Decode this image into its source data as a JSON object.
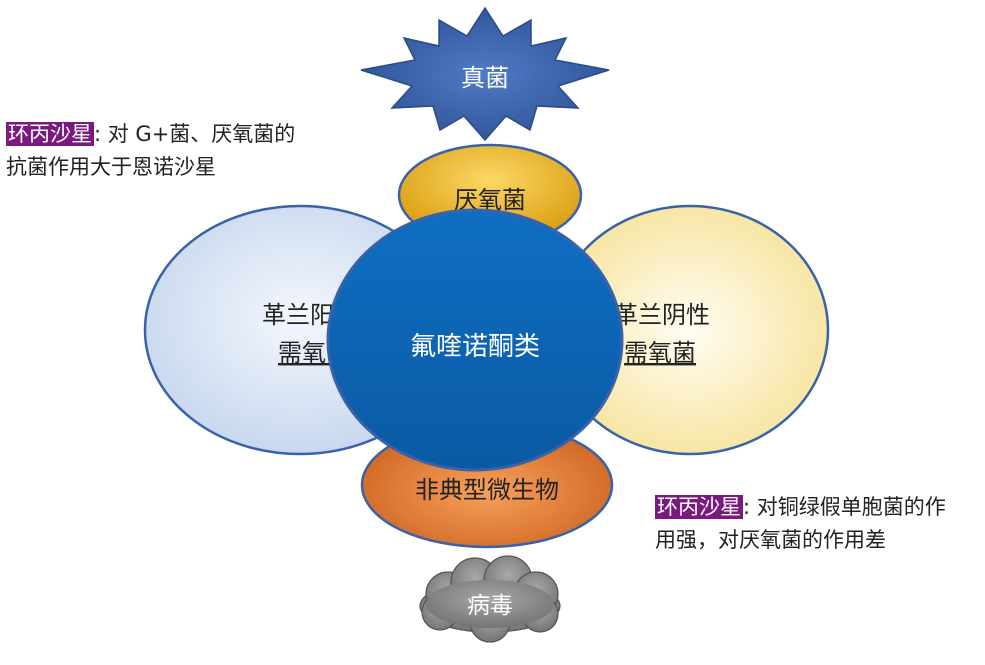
{
  "diagram": {
    "star_label": "真菌",
    "anaerobe_label": "厌氧菌",
    "gram_pos_line1": "革兰阳性",
    "gram_pos_line2": "需氧菌",
    "gram_neg_line1": "革兰阴性",
    "gram_neg_line2": "需氧菌",
    "center_label": "氟喹诺酮类",
    "atypical_label": "非典型微生物",
    "virus_label": "病毒"
  },
  "notes": {
    "top_left": {
      "tag": "环丙沙星",
      "line1_rest": ": 对 G+菌、厌氧菌的",
      "line2": "抗菌作用大于恩诺沙星"
    },
    "bottom_right": {
      "tag": "环丙沙星",
      "line1_rest": ": 对铜绿假单胞菌的作",
      "line2": "用强，对厌氧菌的作用差"
    }
  },
  "colors": {
    "tag_bg": "#7b1a7e",
    "center_fill": "#0b64b4",
    "star_fill": "#3f67b0",
    "anaerobe_fill": "#e8b21c",
    "atypical_fill": "#e0772a",
    "cloud_fill": "#8a8a8a",
    "left_ellipse_fill": "#d6e2f3",
    "right_ellipse_fill": "#fbedb8",
    "ellipse_stroke": "#3a62a8"
  }
}
